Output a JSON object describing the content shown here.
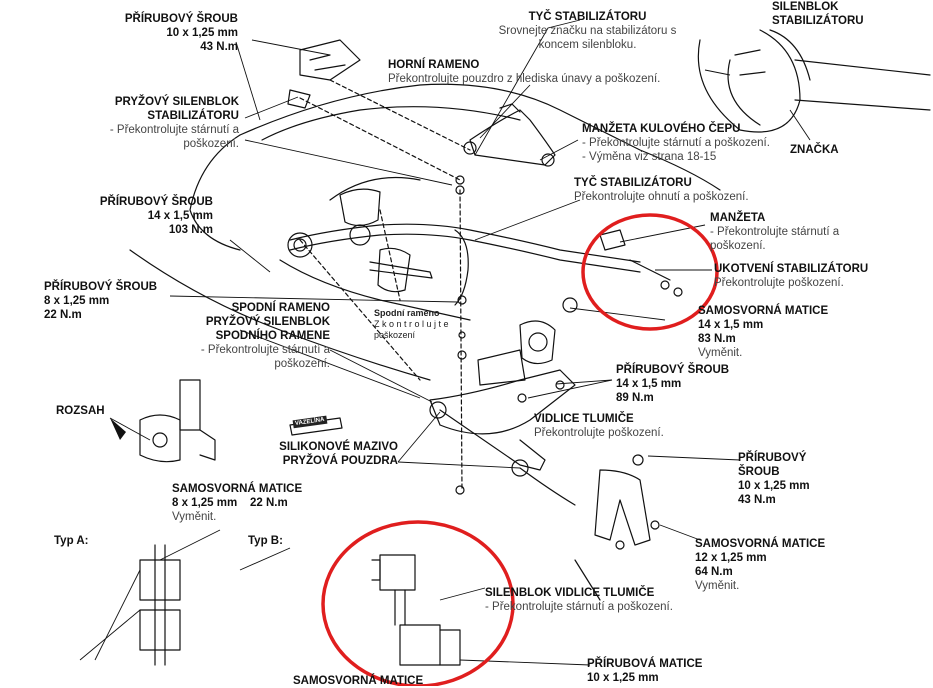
{
  "labels": {
    "prirubovy1": {
      "title": "PŘÍRUBOVÝ ŠROUB",
      "spec": "10 x 1,25 mm",
      "torque": "43 N.m"
    },
    "horni": {
      "title": "HORNÍ RAMENO",
      "note": "Překontrolujte pouzdro z hlediska únavy a poškození."
    },
    "tyc1": {
      "title": "TYČ STABILIZÁTORU",
      "n1": "Srovnejte značku na stabilizátoru s",
      "n2": "koncem silenbloku."
    },
    "silenblok_top": {
      "t1": "SILENBLOK",
      "t2": "STABILIZÁTORU"
    },
    "znacka": "ZNAČKA",
    "pryzovy1": {
      "t1": "PRYŽOVÝ SILENBLOK",
      "t2": "STABILIZÁTORU",
      "n1": "- Překontrolujte stárnutí a",
      "n2": "poškození."
    },
    "manzeta_kc": {
      "title": "MANŽETA KULOVÉHO ČEPU",
      "n1": "- Překontrolujte stárnutí a poškození.",
      "n2": "- Výměna viz strana 18-15"
    },
    "tyc2": {
      "title": "TYČ STABILIZÁTORU",
      "note": "Překontrolujte ohnutí a poškození."
    },
    "prirubovy2": {
      "title": "PŘÍRUBOVÝ ŠROUB",
      "spec": "14 x 1,5 mm",
      "torque": "103 N.m"
    },
    "manzeta": {
      "title": "MANŽETA",
      "n1": "- Překontrolujte stárnutí a",
      "n2": "poškození."
    },
    "ukotveni": {
      "title": "UKOTVENÍ STABILIZÁTORU",
      "note": "Překontrolujte poškození."
    },
    "prirubovy3": {
      "title": "PŘÍRUBOVÝ ŠROUB",
      "spec": "8 x 1,25 mm",
      "torque": "22 N.m"
    },
    "spodni_small": {
      "title": "Spodní rameno",
      "n1": "Z k o n t r o l u j t e",
      "n2": "poškození"
    },
    "samosvorna1": {
      "title": "SAMOSVORNÁ MATICE",
      "spec": "14 x 1,5 mm",
      "torque": "83 N.m",
      "note": "Vyměnit."
    },
    "spodni_block": {
      "t1": "SPODNÍ RAMENO",
      "t2": "PRYŽOVÝ SILENBLOK",
      "t3": "SPODNÍHO RAMENE",
      "n1": "- Překontrolujte stárnutí a",
      "n2": "poškození."
    },
    "prirubovy4": {
      "title": "PŘÍRUBOVÝ ŠROUB",
      "spec": "14 x 1,5 mm",
      "torque": "89 N.m"
    },
    "rozsah": "ROZSAH",
    "vidlice": {
      "title": "VIDLICE TLUMIČE",
      "note": "Překontrolujte poškození."
    },
    "vazelina": "VAZELÍNA",
    "silikon": {
      "t1": "SILIKONOVÉ MAZIVO",
      "t2": "PRYŽOVÁ POUZDRA"
    },
    "prirubovy5": {
      "t1": "PŘÍRUBOVÝ",
      "t2": "ŠROUB",
      "spec": "10 x 1,25 mm",
      "torque": "43 N.m"
    },
    "samosvorna2": {
      "title": "SAMOSVORNÁ MATICE",
      "spec": "8 x 1,25 mm",
      "torque": "22 N.m",
      "note": "Vyměnit."
    },
    "samosvorna3": {
      "title": "SAMOSVORNÁ MATICE",
      "spec": "12 x 1,25 mm",
      "torque": "64 N.m",
      "note": "Vyměnit."
    },
    "typA": "Typ A:",
    "typB": "Typ B:",
    "silenblok_vt": {
      "title": "SILENBLOK VIDLICE TLUMIČE",
      "note": "- Překontrolujte stárnutí a poškození."
    },
    "prirubova_matice": {
      "title": "PŘÍRUBOVÁ MATICE",
      "spec": "10 x 1,25 mm"
    },
    "samosvorna_bottom": "SAMOSVORNÁ MATICE"
  },
  "colors": {
    "highlight": "#e01e1e",
    "line": "#111111",
    "note": "#444444"
  }
}
